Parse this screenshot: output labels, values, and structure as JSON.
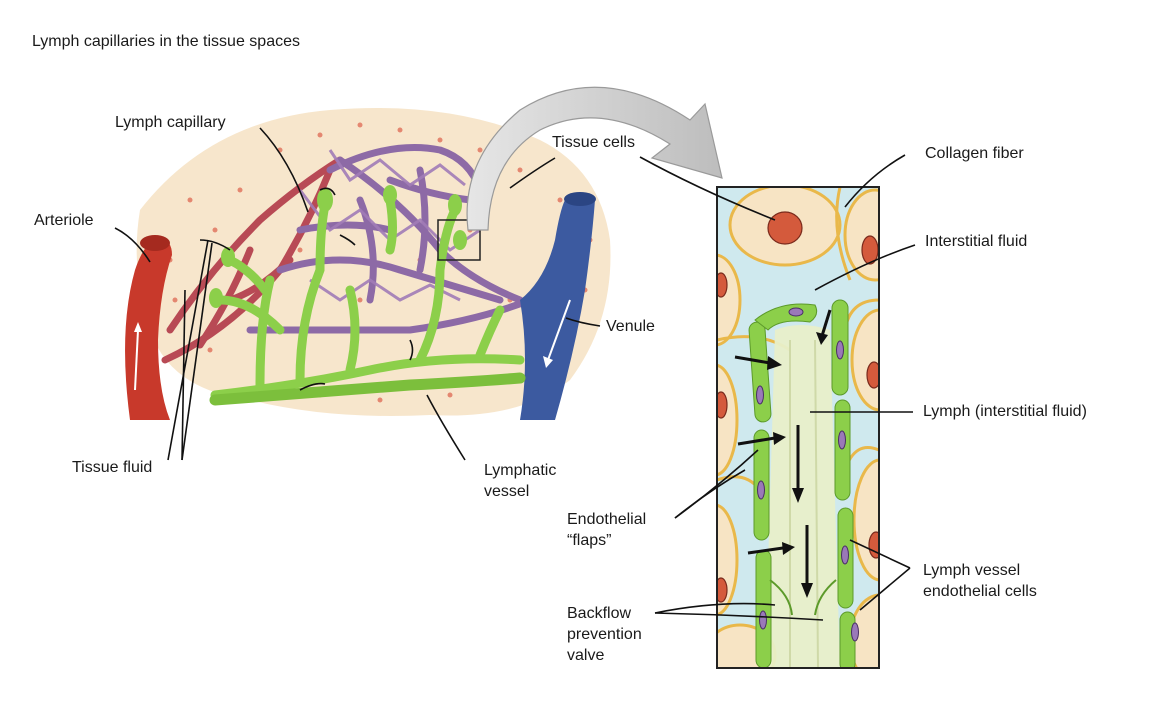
{
  "title": "Lymph capillaries in the tissue spaces",
  "labels": {
    "lymph_capillary": "Lymph capillary",
    "tissue_cells": "Tissue cells",
    "collagen_fiber": "Collagen fiber",
    "arteriole": "Arteriole",
    "interstitial_fluid": "Interstitial fluid",
    "venule": "Venule",
    "lymph": "Lymph (interstitial fluid)",
    "tissue_fluid": "Tissue fluid",
    "lymphatic_line1": "Lymphatic",
    "lymphatic_line2": "vessel",
    "endothelial_line1": "Endothelial",
    "endothelial_line2": "“flaps”",
    "lymph_vessel_line1": "Lymph vessel",
    "lymph_vessel_line2": "endothelial cells",
    "backflow_line1": "Backflow",
    "backflow_line2": "prevention",
    "backflow_line3": "valve"
  },
  "colors": {
    "arteriole": "#c8392b",
    "venule": "#3c5aa0",
    "capillary_bed": "#8d6aa6",
    "lymph_green": "#8ccf4a",
    "tissue_cell": "#f7e4c4",
    "nucleus": "#d45a3c",
    "interstitial_fluid": "#cfe9ee",
    "collagen": "#e9b84a"
  }
}
